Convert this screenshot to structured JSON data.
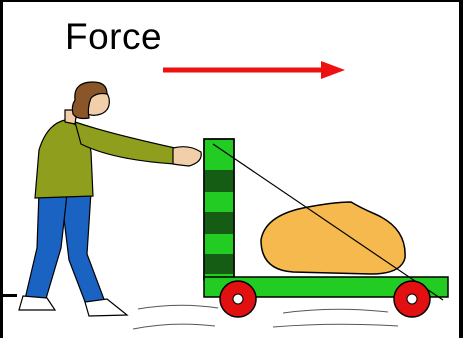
{
  "diagram": {
    "label": "Force",
    "colors": {
      "arrow": "#ee1111",
      "shirt": "#8f9e1c",
      "pants": "#1b63c2",
      "hair": "#8a5528",
      "skin": "#f2cfa8",
      "cart_green": "#22cc22",
      "cart_dark": "#155c15",
      "wheel_red": "#e21010",
      "load": "#f5b94e"
    },
    "icons": [
      "person-figure",
      "hand-cart",
      "sack-load",
      "cart-wheel"
    ]
  }
}
